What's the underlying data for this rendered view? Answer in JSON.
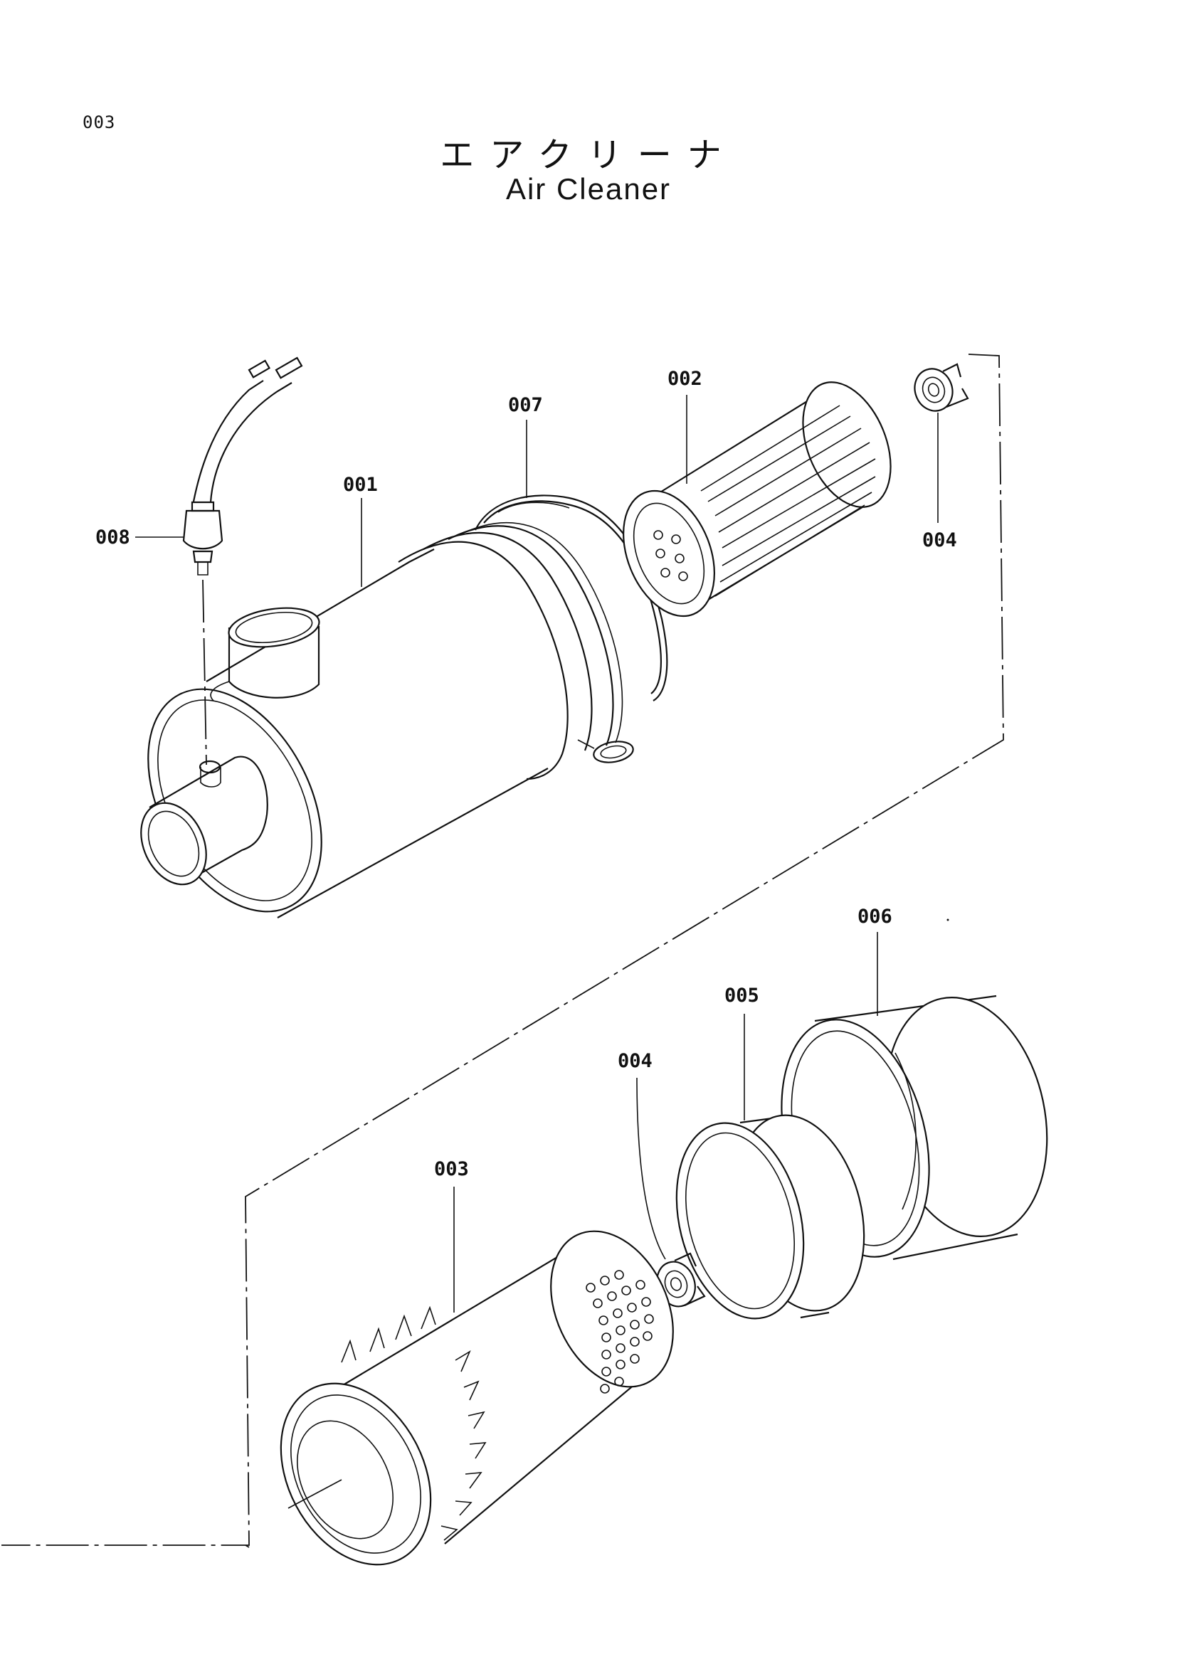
{
  "page_number": "003",
  "title": {
    "japanese": "エアクリーナ",
    "english": "Air Cleaner"
  },
  "callouts": [
    {
      "id": "001",
      "part": "housing"
    },
    {
      "id": "002",
      "part": "inner-element"
    },
    {
      "id": "003",
      "part": "outer-element"
    },
    {
      "id": "004",
      "part": "wing-nut"
    },
    {
      "id": "005",
      "part": "band"
    },
    {
      "id": "006",
      "part": "cover"
    },
    {
      "id": "007",
      "part": "clamp-ring"
    },
    {
      "id": "008",
      "part": "indicator-switch"
    }
  ],
  "labels": {
    "l001": "001",
    "l002": "002",
    "l003": "003",
    "l004_upper": "004",
    "l004_lower": "004",
    "l005": "005",
    "l006": "006",
    "l007": "007",
    "l008": "008"
  }
}
